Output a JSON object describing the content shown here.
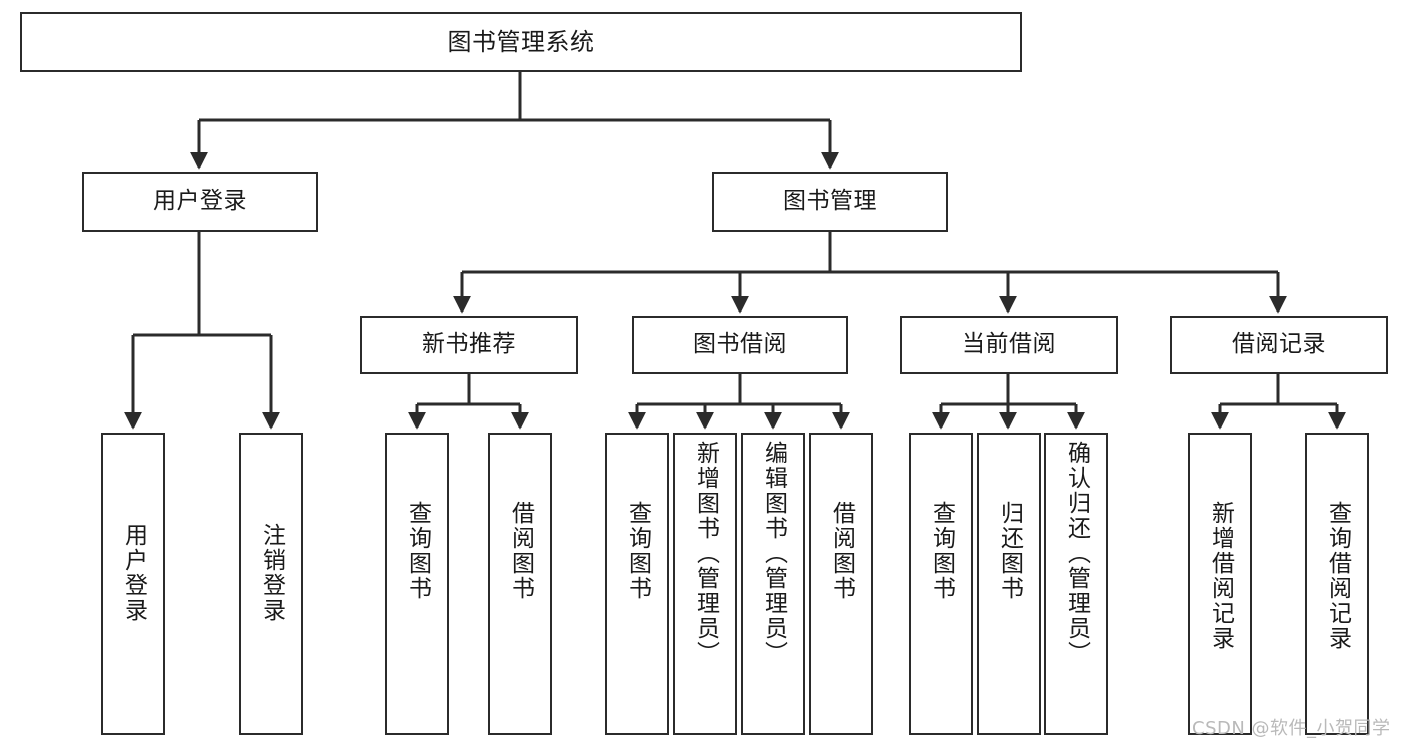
{
  "diagram": {
    "title": "图书管理系统",
    "type": "tree-hierarchy-chart",
    "watermark": "CSDN @软件_小贺同学",
    "colors": {
      "border": "#2b2b2b",
      "fill": "#ffffff",
      "text": "#1a1a1a",
      "edge": "#2b2b2b",
      "watermark": "#b9b9b9"
    },
    "nodes": {
      "root": {
        "label": "图书管理系统"
      },
      "level1": [
        {
          "id": "user-login",
          "label": "用户登录"
        },
        {
          "id": "book-manage",
          "label": "图书管理"
        }
      ],
      "level2": [
        {
          "id": "new-book-recommend",
          "label": "新书推荐"
        },
        {
          "id": "book-borrow",
          "label": "图书借阅"
        },
        {
          "id": "current-borrow",
          "label": "当前借阅"
        },
        {
          "id": "borrow-record",
          "label": "借阅记录"
        }
      ],
      "leaves": {
        "user_login": [
          {
            "id": "leaf-user-login",
            "label": "用户登录"
          },
          {
            "id": "leaf-logout-login",
            "label": "注销登录"
          }
        ],
        "new_book_recommend": [
          {
            "id": "leaf-query-book-1",
            "label": "查询图书"
          },
          {
            "id": "leaf-borrow-book-1",
            "label": "借阅图书"
          }
        ],
        "book_borrow": [
          {
            "id": "leaf-query-book-2",
            "label": "查询图书"
          },
          {
            "id": "leaf-add-book",
            "label": "新增图书（管理员）"
          },
          {
            "id": "leaf-edit-book",
            "label": "编辑图书（管理员）"
          },
          {
            "id": "leaf-borrow-book-2",
            "label": "借阅图书"
          }
        ],
        "current_borrow": [
          {
            "id": "leaf-query-book-3",
            "label": "查询图书"
          },
          {
            "id": "leaf-return-book",
            "label": "归还图书"
          },
          {
            "id": "leaf-confirm-return",
            "label": "确认归还（管理员）"
          }
        ],
        "borrow_record": [
          {
            "id": "leaf-add-record",
            "label": "新增借阅记录"
          },
          {
            "id": "leaf-query-record",
            "label": "查询借阅记录"
          }
        ]
      }
    }
  }
}
